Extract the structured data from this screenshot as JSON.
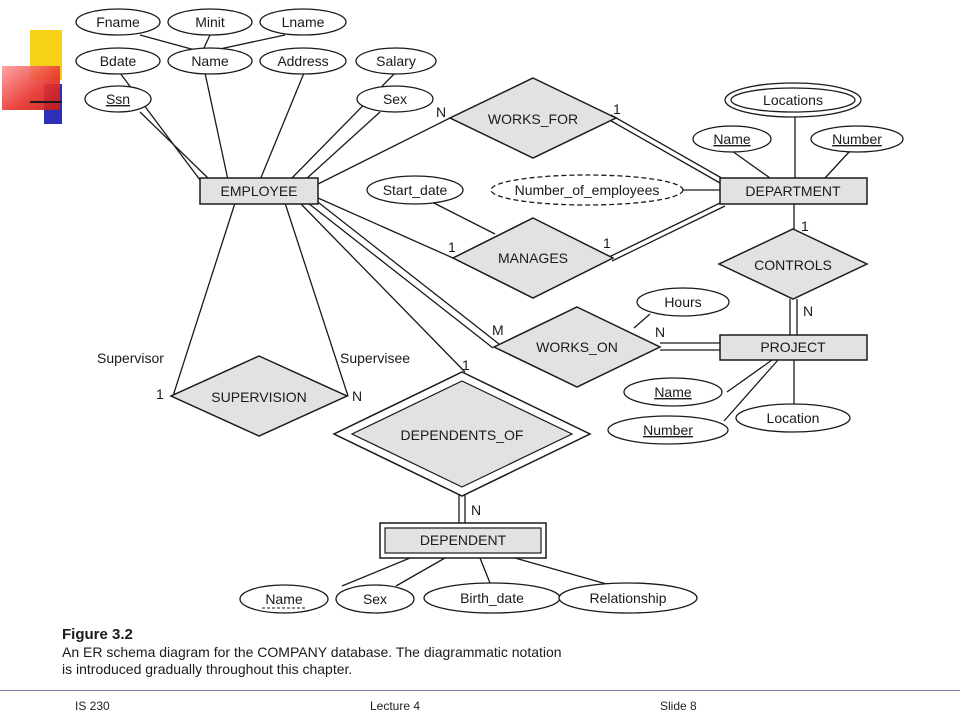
{
  "entities": {
    "employee": "EMPLOYEE",
    "department": "DEPARTMENT",
    "project": "PROJECT",
    "dependent": "DEPENDENT"
  },
  "relationships": {
    "works_for": "WORKS_FOR",
    "manages": "MANAGES",
    "works_on": "WORKS_ON",
    "controls": "CONTROLS",
    "supervision": "SUPERVISION",
    "dependents_of": "DEPENDENTS_OF"
  },
  "attributes": {
    "fname": "Fname",
    "minit": "Minit",
    "lname": "Lname",
    "bdate": "Bdate",
    "name": "Name",
    "address": "Address",
    "salary": "Salary",
    "ssn": "Ssn",
    "sex": "Sex",
    "locations": "Locations",
    "dept_name": "Name",
    "dept_number": "Number",
    "start_date": "Start_date",
    "number_of_employees": "Number_of_employees",
    "hours": "Hours",
    "proj_name": "Name",
    "proj_number": "Number",
    "proj_location": "Location",
    "dep_name": "Name",
    "dep_sex": "Sex",
    "birth_date": "Birth_date",
    "relationship": "Relationship"
  },
  "roles": {
    "supervisor": "Supervisor",
    "supervisee": "Supervisee"
  },
  "cardinalities": {
    "works_for_employee": "N",
    "works_for_department": "1",
    "manages_employee": "1",
    "manages_department": "1",
    "works_on_employee": "M",
    "works_on_project": "N",
    "controls_department": "1",
    "controls_project": "N",
    "supervision_supervisor": "1",
    "supervision_supervisee": "N",
    "dependents_of_employee": "1",
    "dependents_of_dependent": "N"
  },
  "caption": {
    "figure": "Figure 3.2",
    "line1": "An ER schema diagram for the COMPANY database. The diagrammatic notation",
    "line2": "is introduced gradually throughout this chapter."
  },
  "footer": {
    "course": "IS 230",
    "lecture": "Lecture 4",
    "slide": "Slide 8"
  },
  "colors": {
    "shape_fill": "#e2e2e2",
    "accent_yellow": "#f7d117",
    "accent_red": "#e8322c",
    "accent_blue": "#2e2fb8"
  }
}
